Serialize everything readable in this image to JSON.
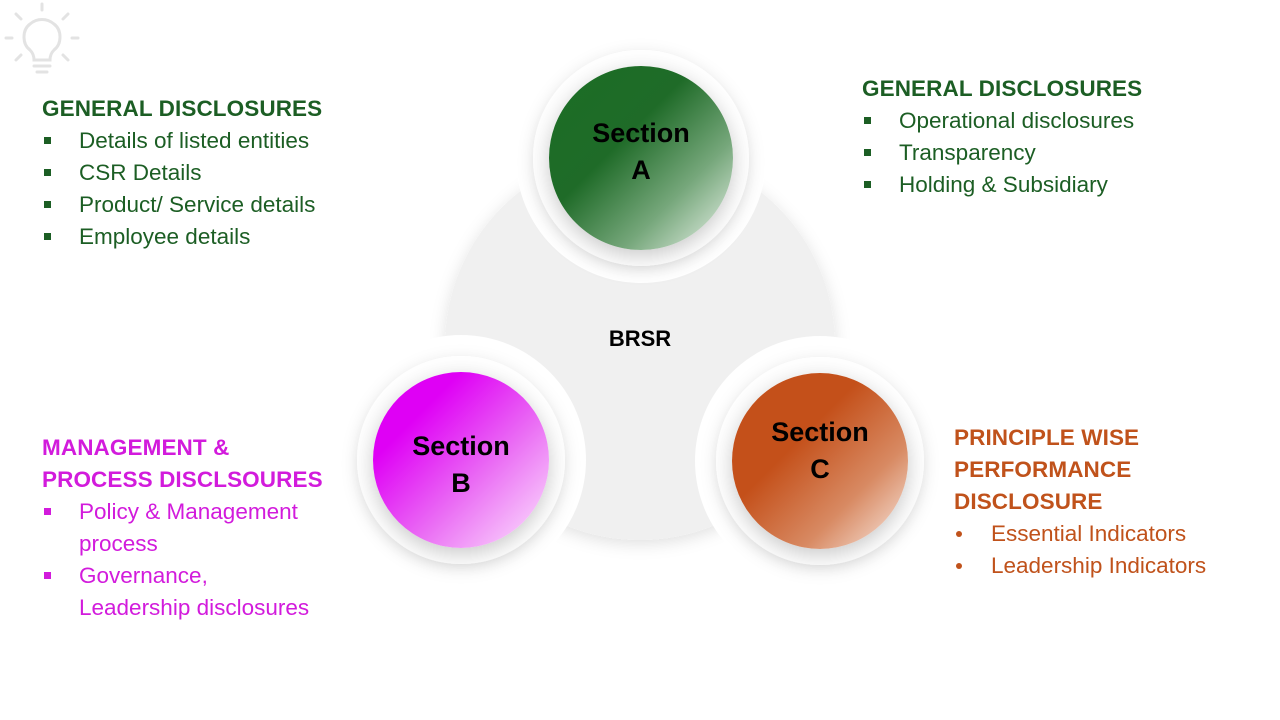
{
  "diagram_title": "BRSR",
  "center_icon": "lightbulb-icon",
  "sections": [
    {
      "id": "A",
      "circle_line1": "Section",
      "circle_line2": "A",
      "color": "#1c5e24"
    },
    {
      "id": "B",
      "circle_line1": "Section",
      "circle_line2": "B",
      "color": "#d21bdc"
    },
    {
      "id": "C",
      "circle_line1": "Section",
      "circle_line2": "C",
      "color": "#c0521b"
    }
  ],
  "blocks": {
    "top_left": {
      "heading": "GENERAL DISCLOSURES",
      "bullet_style": "square",
      "items": [
        "Details of listed entities",
        "CSR Details",
        "Product/ Service details",
        "Employee details"
      ]
    },
    "top_right": {
      "heading": "GENERAL DISCLOSURES",
      "bullet_style": "square",
      "items": [
        "Operational disclosures",
        "Transparency",
        "Holding & Subsidiary"
      ]
    },
    "bottom_left": {
      "heading_line1": "MANAGEMENT &",
      "heading_line2": "PROCESS DISCLSOURES",
      "bullet_style": "square",
      "items": [
        {
          "line1": "Policy & Management",
          "line2": "process"
        },
        {
          "line1": "Governance,",
          "line2": "Leadership disclosures"
        }
      ]
    },
    "bottom_right": {
      "heading_line1": "PRINCIPLE WISE",
      "heading_line2": "PERFORMANCE",
      "heading_line3": "DISCLOSURE",
      "bullet_style": "dot",
      "items": [
        "Essential Indicators",
        "Leadership Indicators"
      ]
    }
  }
}
